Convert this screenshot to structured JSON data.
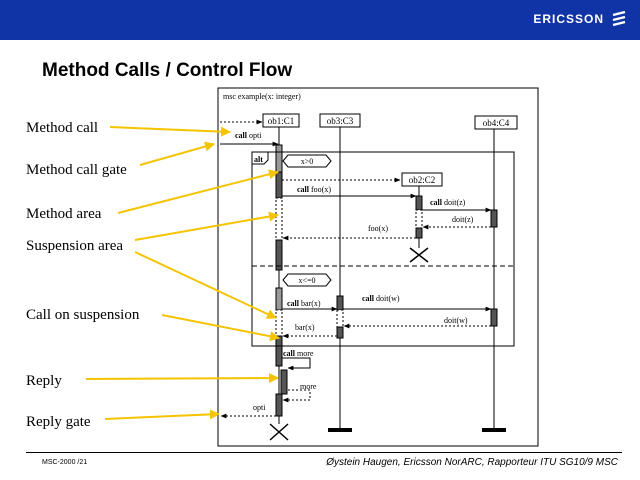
{
  "header": {
    "brand": "ERICSSON"
  },
  "slide": {
    "title": "Method Calls / Control Flow"
  },
  "labels": {
    "method_call": "Method call",
    "method_call_gate": "Method call gate",
    "method_area": "Method area",
    "suspension_area": "Suspension area",
    "call_on_suspension": "Call on suspension",
    "reply": "Reply",
    "reply_gate": "Reply gate"
  },
  "msc": {
    "heading": "msc example(x: integer)",
    "instances": [
      "ob1:C1",
      "ob3:C3",
      "ob4:C4",
      "ob2:C2"
    ],
    "alt_keyword": "alt",
    "guard1": "x>0",
    "guard2": "x<=0",
    "call_keyword": "call",
    "msg_opti": "opti",
    "msg_foo": "foo(x)",
    "msg_doit_z": "doit(z)",
    "msg_bar": "bar(x)",
    "msg_doit_w": "doit(w)",
    "msg_more": "more"
  },
  "colors": {
    "arrow": "#f5c400",
    "header_bg": "#1034a6"
  },
  "footer": {
    "left": "MSC-2000 /21",
    "right": "Øystein Haugen, Ericsson NorARC, Rapporteur ITU SG10/9 MSC"
  }
}
